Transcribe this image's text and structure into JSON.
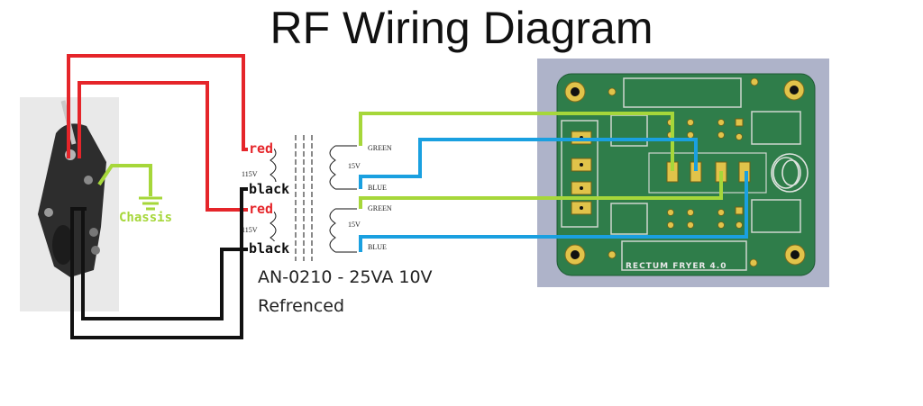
{
  "title": "RF Wiring Diagram",
  "transformer": {
    "model_line": "AN-0210 - 25VA 10V",
    "ref_line": "Refrenced",
    "primary_voltage": "115V",
    "secondary_voltage": "15V"
  },
  "wire_labels": {
    "red_top": "red",
    "black_top": "black",
    "red_bottom": "red",
    "black_bottom": "black",
    "green_top": "GREEN",
    "blue_top": "BLUE",
    "green_bottom": "GREEN",
    "blue_bottom": "BLUE"
  },
  "ground_label": "Chassis",
  "pcb": {
    "board_name": "RECTUM FRYER 4.0"
  },
  "colors": {
    "red_wire": "#e5252a",
    "black_wire": "#111111",
    "green_wire": "#a6d73a",
    "blue_wire": "#1aa0e0",
    "pcb_green": "#2f7d4a",
    "pcb_background": "#aeb3c9"
  }
}
